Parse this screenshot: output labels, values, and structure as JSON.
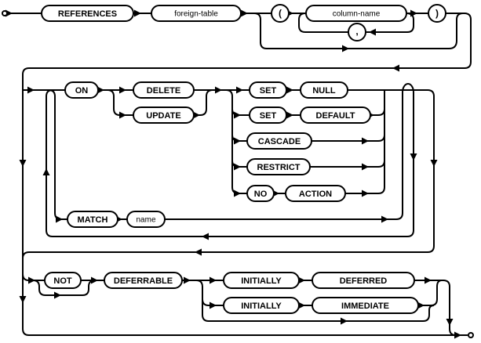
{
  "diagram": {
    "kind": "railroad-syntax-diagram",
    "colors": {
      "line": "#000000",
      "background": "#ffffff",
      "box_fill": "#ffffff"
    },
    "nodes": {
      "references": {
        "label": "REFERENCES",
        "kind": "keyword"
      },
      "foreign_table": {
        "label": "foreign-table",
        "kind": "nonterminal"
      },
      "open_paren": {
        "label": "(",
        "kind": "literal"
      },
      "column_name": {
        "label": "column-name",
        "kind": "nonterminal"
      },
      "comma": {
        "label": ",",
        "kind": "literal"
      },
      "close_paren": {
        "label": ")",
        "kind": "literal"
      },
      "on": {
        "label": "ON",
        "kind": "keyword"
      },
      "delete": {
        "label": "DELETE",
        "kind": "keyword"
      },
      "update": {
        "label": "UPDATE",
        "kind": "keyword"
      },
      "set": {
        "label": "SET",
        "kind": "keyword"
      },
      "null": {
        "label": "NULL",
        "kind": "keyword"
      },
      "default": {
        "label": "DEFAULT",
        "kind": "keyword"
      },
      "cascade": {
        "label": "CASCADE",
        "kind": "keyword"
      },
      "restrict": {
        "label": "RESTRICT",
        "kind": "keyword"
      },
      "no": {
        "label": "NO",
        "kind": "keyword"
      },
      "action": {
        "label": "ACTION",
        "kind": "keyword"
      },
      "match": {
        "label": "MATCH",
        "kind": "keyword"
      },
      "name": {
        "label": "name",
        "kind": "nonterminal"
      },
      "not": {
        "label": "NOT",
        "kind": "keyword"
      },
      "deferrable": {
        "label": "DEFERRABLE",
        "kind": "keyword"
      },
      "initially": {
        "label": "INITIALLY",
        "kind": "keyword"
      },
      "deferred": {
        "label": "DEFERRED",
        "kind": "keyword"
      },
      "immediate": {
        "label": "IMMEDIATE",
        "kind": "keyword"
      }
    }
  }
}
